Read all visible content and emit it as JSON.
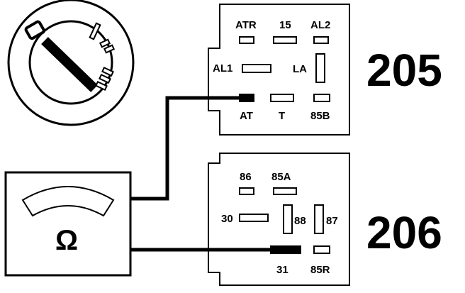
{
  "diagram": {
    "relay_205": {
      "number": "205",
      "pins": {
        "atr": "ATR",
        "p15": "15",
        "al2": "AL2",
        "al1": "AL1",
        "la": "LA",
        "at": "AT",
        "t": "T",
        "p85b": "85B"
      }
    },
    "relay_206": {
      "number": "206",
      "pins": {
        "p86": "86",
        "p85a": "85A",
        "p30": "30",
        "p88": "88",
        "p87": "87",
        "p31": "31",
        "p85r": "85R"
      }
    },
    "ohmmeter": {
      "symbol": "Ω"
    }
  }
}
